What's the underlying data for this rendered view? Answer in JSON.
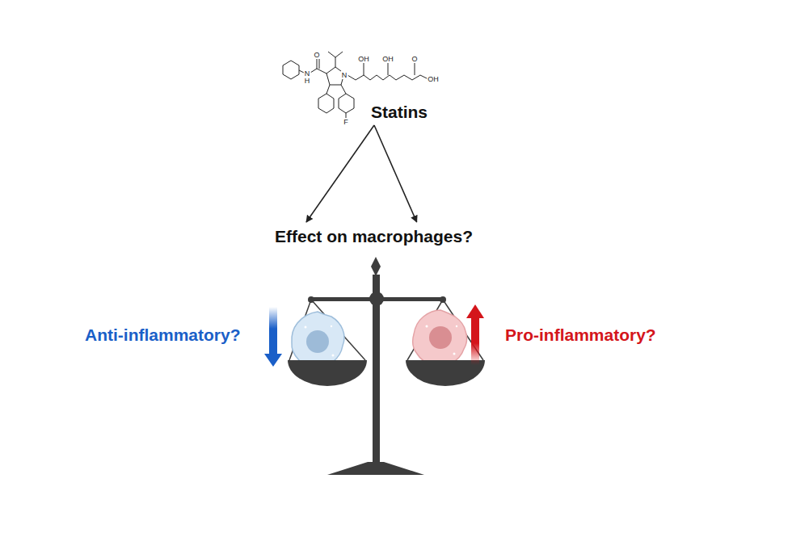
{
  "diagram": {
    "nodes": [
      {
        "text": [
          "Statins"
        ]
      },
      {
        "text": [
          "Effect on macrophages?"
        ]
      }
    ],
    "edges": [
      {
        "from": 0,
        "to": 1,
        "arrow": "to"
      },
      {
        "from": 0,
        "to": 1,
        "arrow": "to"
      }
    ],
    "labels": [
      "O",
      "N",
      "H",
      "N",
      "F",
      "OH",
      "OH",
      "O",
      "OH",
      "Anti-inflammatory?",
      "Pro-inflammatory?"
    ]
  }
}
